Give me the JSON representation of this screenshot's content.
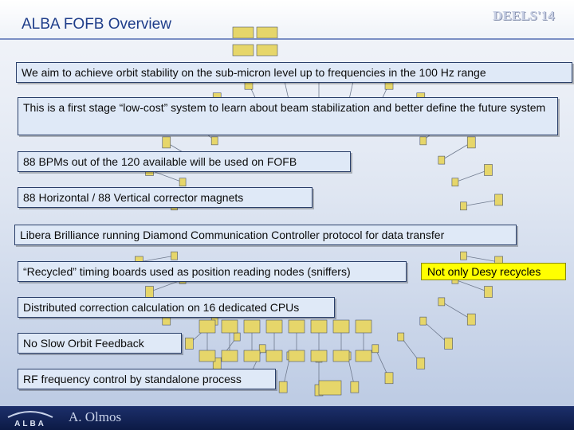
{
  "header": {
    "title": "ALBA FOFB Overview",
    "conference": "DEELS'14"
  },
  "callouts": [
    "We aim to achieve orbit stability on the sub-micron level up to frequencies in the 100 Hz range",
    "This is a first stage “low-cost” system to learn about beam stabilization and better define the future system",
    "88 BPMs out of the 120 available will be used on FOFB",
    "88 Horizontal / 88 Vertical corrector magnets",
    "Libera Brilliance running Diamond Communication Controller protocol for data transfer",
    "“Recycled” timing boards used as position reading nodes (sniffers)",
    "Distributed correction calculation on 16 dedicated CPUs",
    "No Slow Orbit Feedback",
    "RF frequency control by standalone process"
  ],
  "highlight": "Not only Desy recycles",
  "footer": {
    "logo_text": "ALBA",
    "author": "A. Olmos"
  },
  "colors": {
    "title": "#1e3d8a",
    "callout_bg": "#dfe9f7",
    "highlight_bg": "#ffff00",
    "footer_bg": "#1c2f6b",
    "node_fill": "#e6d66a"
  }
}
